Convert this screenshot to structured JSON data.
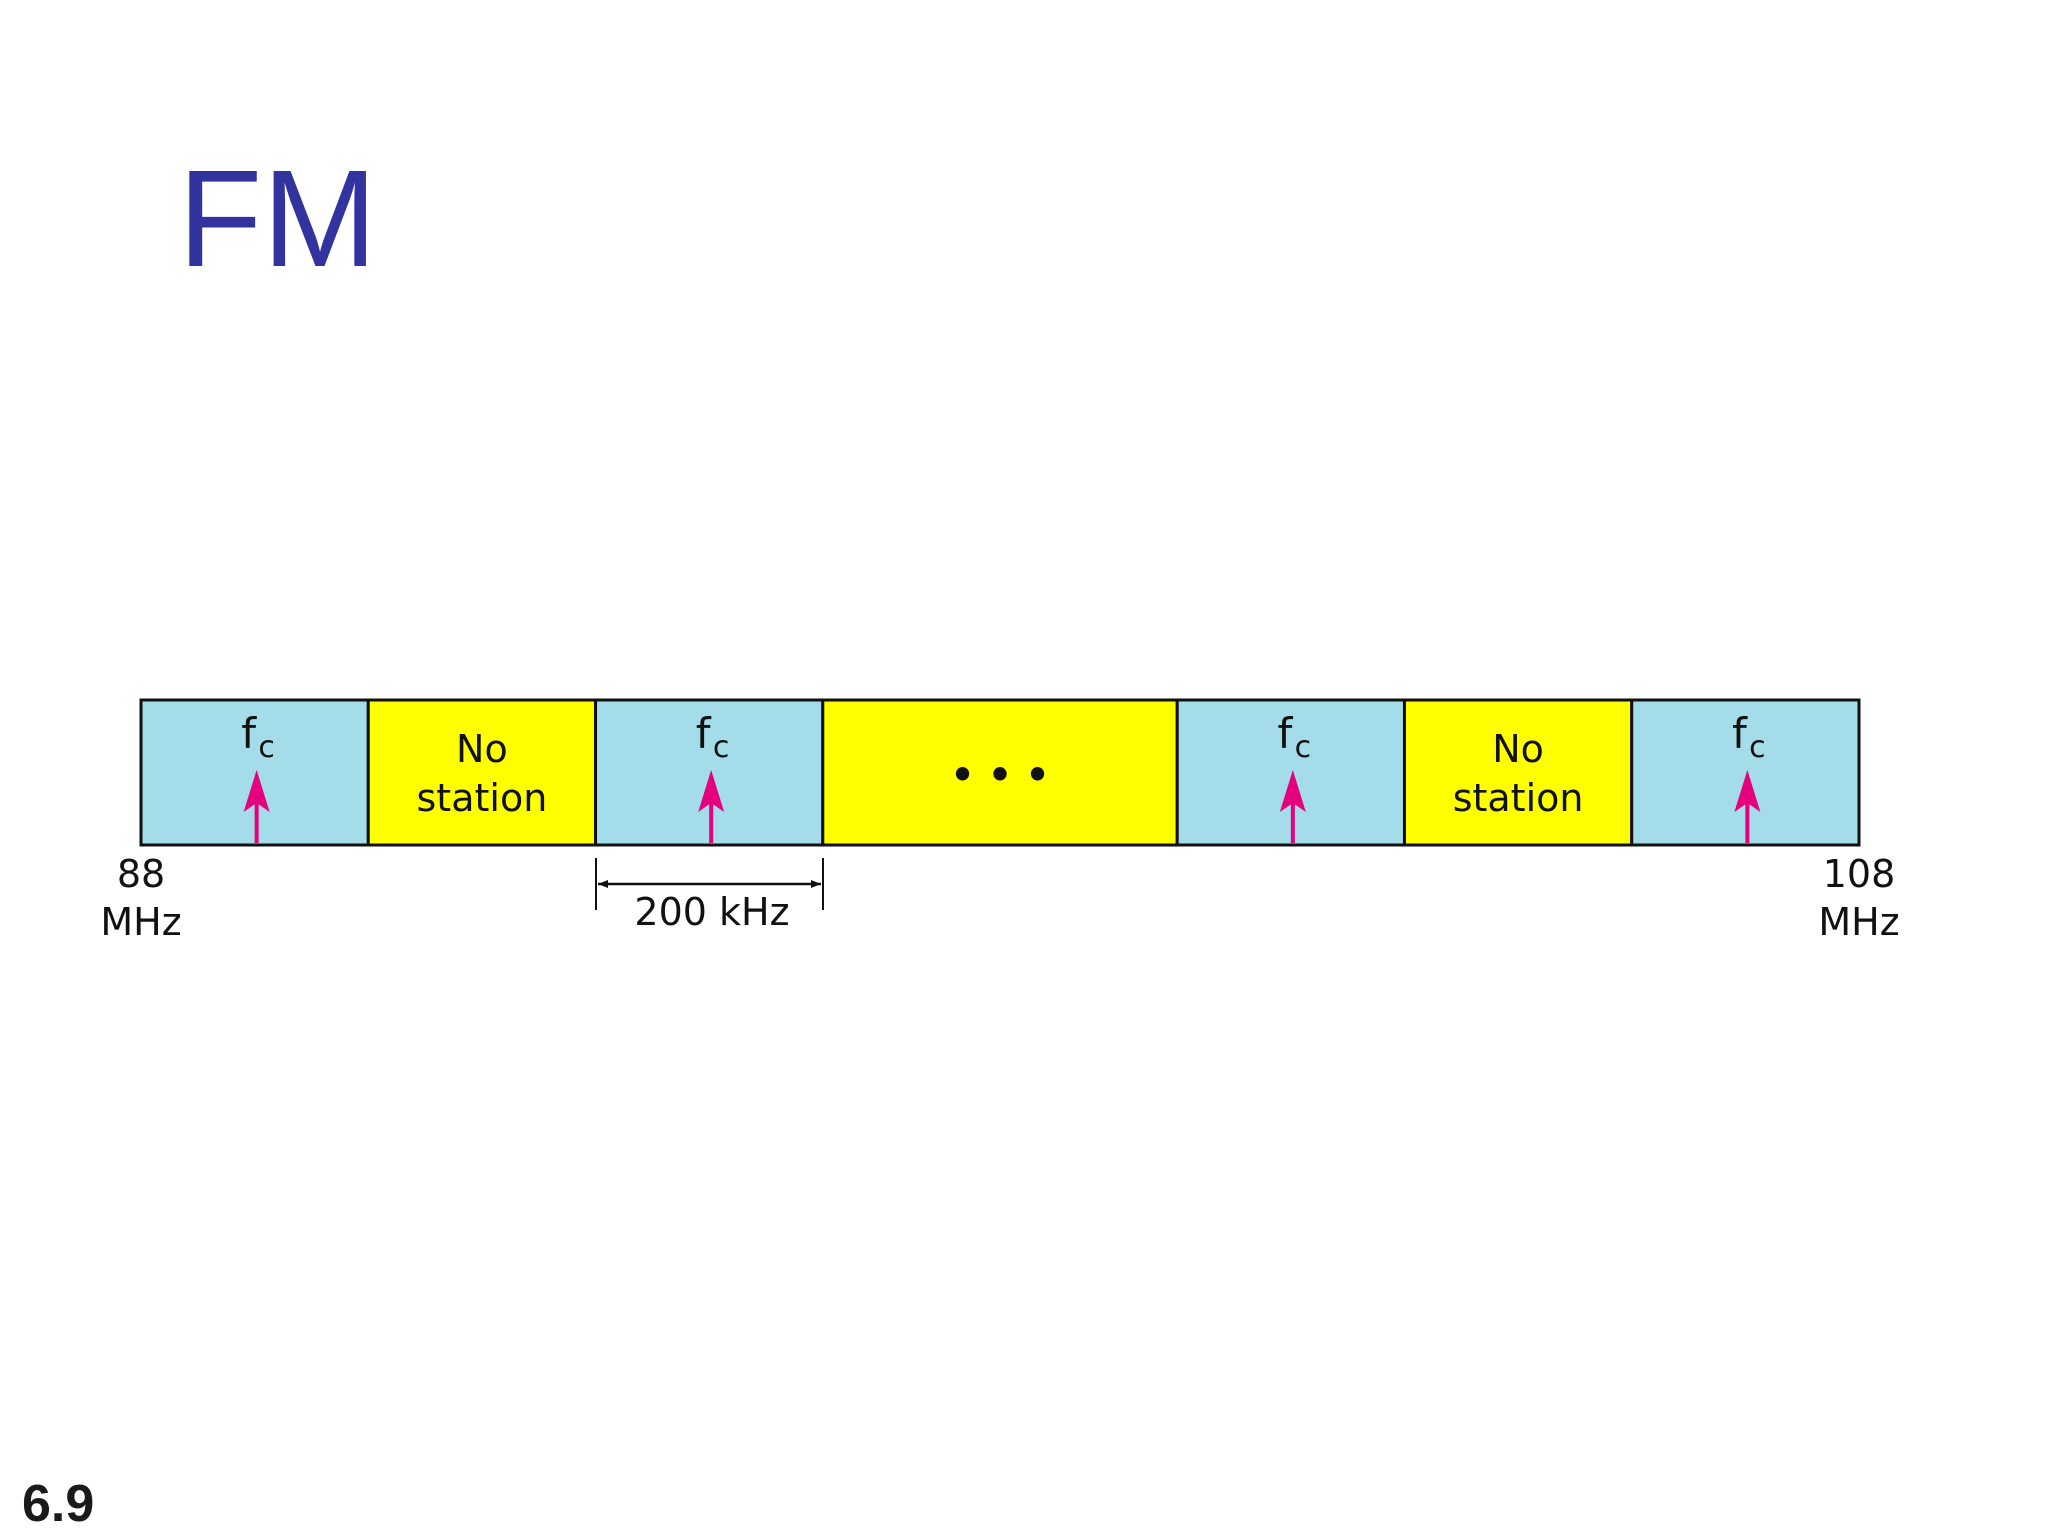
{
  "slide": {
    "title": "FM",
    "number": "6.9"
  },
  "colors": {
    "title": "#3333a0",
    "station_fill": "#a4dde9",
    "empty_fill": "#ffff00",
    "carrier_arrow": "#e5007e",
    "outline": "#111111"
  },
  "band": {
    "start_label_value": "88",
    "start_label_unit": "MHz",
    "end_label_value": "108",
    "end_label_unit": "MHz",
    "spacing_label": "200 kHz",
    "cells": [
      {
        "kind": "station",
        "label": "f",
        "sub": "c"
      },
      {
        "kind": "empty",
        "line1": "No",
        "line2": "station"
      },
      {
        "kind": "station",
        "label": "f",
        "sub": "c"
      },
      {
        "kind": "gap",
        "label": "• • •"
      },
      {
        "kind": "station",
        "label": "f",
        "sub": "c"
      },
      {
        "kind": "empty",
        "line1": "No",
        "line2": "station"
      },
      {
        "kind": "station",
        "label": "f",
        "sub": "c"
      }
    ]
  }
}
